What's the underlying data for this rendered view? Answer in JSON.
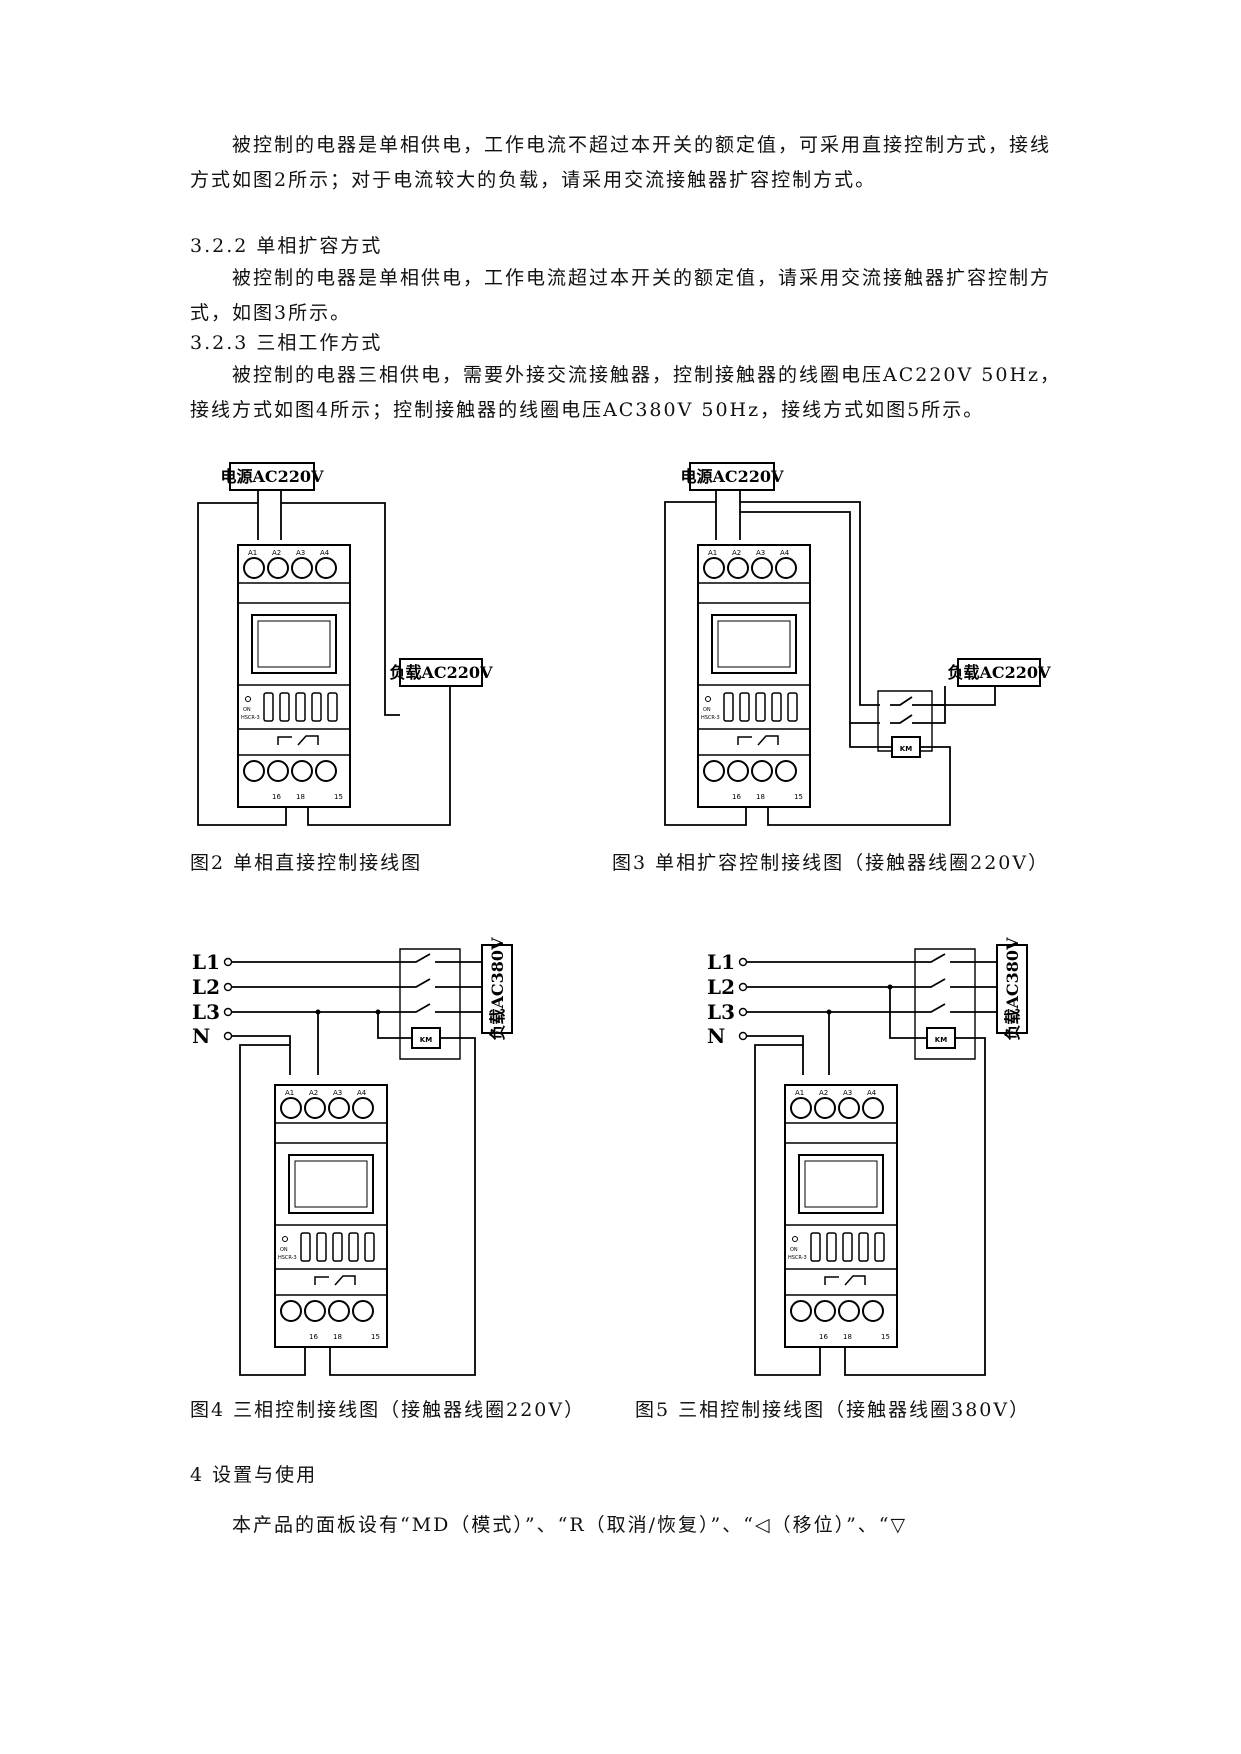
{
  "paragraphs": {
    "intro": "被控制的电器是单相供电，工作电流不超过本开关的额定值，可采用直接控制方式，接线方式如图2所示；对于电流较大的负载，请采用交流接触器扩容控制方式。",
    "sec_322_title": "3.2.2 单相扩容方式",
    "sec_322_body": "被控制的电器是单相供电，工作电流超过本开关的额定值，请采用交流接触器扩容控制方式，如图3所示。",
    "sec_323_title": "3.2.3 三相工作方式",
    "sec_323_body": "被控制的电器三相供电，需要外接交流接触器，控制接触器的线圈电压AC220V 50Hz，接线方式如图4所示；控制接触器的线圈电压AC380V 50Hz，接线方式如图5所示。",
    "sec_4_title": "4 设置与使用",
    "sec_4_body": "本产品的面板设有“MD（模式）”、“R（取消/恢复）”、“◁（移位）”、“▽"
  },
  "figures": {
    "fig2": {
      "caption": "图2 单相直接控制接线图",
      "power_label": "电源AC220V",
      "load_label": "负载AC220V"
    },
    "fig3": {
      "caption": "图3 单相扩容控制接线图（接触器线圈220V）",
      "power_label": "电源AC220V",
      "load_label": "负载AC220V",
      "contactor_label": "KM"
    },
    "fig4": {
      "caption": "图4 三相控制接线图（接触器线圈220V）",
      "load_label": "负载AC380V",
      "contactor_label": "KM"
    },
    "fig5": {
      "caption": "图5 三相控制接线图（接触器线圈380V）",
      "load_label": "负载AC380V",
      "contactor_label": "KM"
    }
  },
  "device": {
    "top_terminals": [
      "A1",
      "A2",
      "A3",
      "A4"
    ],
    "bottom_terminals": [
      "16",
      "18",
      "15"
    ],
    "model": "HSCR-3",
    "on_label": "ON",
    "three_phase_lines": [
      "L1",
      "L2",
      "L3",
      "N"
    ]
  }
}
